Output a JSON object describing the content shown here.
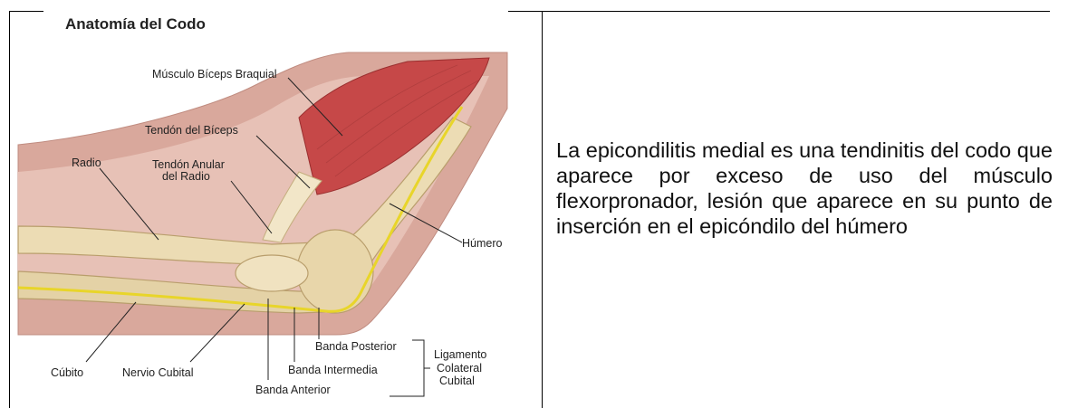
{
  "figure": {
    "title": "Anatomía del Codo",
    "labels": {
      "biceps_muscle": "Músculo Bíceps Braquial",
      "biceps_tendon": "Tendón del Bíceps",
      "radius": "Radio",
      "annular_tendon_1": "Tendón Anular",
      "annular_tendon_2": "del Radio",
      "humerus": "Húmero",
      "ulna": "Cúbito",
      "ulnar_nerve": "Nervio Cubital",
      "posterior_band": "Banda Posterior",
      "intermediate_band": "Banda Intermedia",
      "anterior_band": "Banda Anterior",
      "ligament_1": "Ligamento",
      "ligament_2": "Colateral",
      "ligament_3": "Cubital"
    }
  },
  "text": {
    "paragraph": "La epicondilitis medial es una tendinitis del codo que aparece por exceso de uso del músculo flexorpronador, lesión que aparece en su punto de inserción en el epicóndilo del húmero"
  }
}
